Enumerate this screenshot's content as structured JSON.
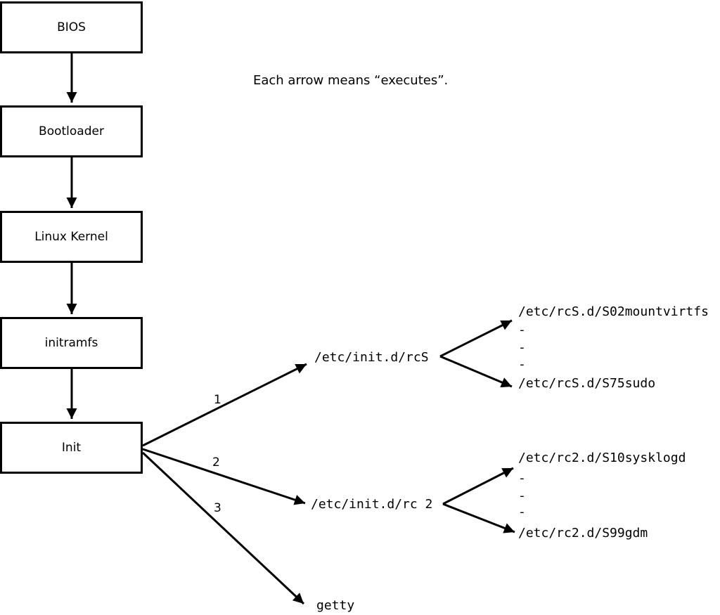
{
  "canvas": {
    "background_color": "#ffffff",
    "ink_color": "#000000"
  },
  "note": "Each arrow means “executes”.",
  "flow_boxes": [
    {
      "label": "BIOS"
    },
    {
      "label": "Bootloader"
    },
    {
      "label": "Linux Kernel"
    },
    {
      "label": "initramfs"
    },
    {
      "label": "Init"
    }
  ],
  "init_targets": [
    {
      "order": "1",
      "label": "/etc/init.d/rcS"
    },
    {
      "order": "2",
      "label": "/etc/init.d/rc 2"
    },
    {
      "order": "3",
      "label": "getty"
    }
  ],
  "rcS_items": [
    "/etc/rcS.d/S02mountvirtfs",
    "-",
    "-",
    "-",
    "/etc/rcS.d/S75sudo"
  ],
  "rc2_items": [
    "/etc/rc2.d/S10sysklogd",
    "-",
    "-",
    "-",
    "/etc/rc2.d/S99gdm"
  ]
}
